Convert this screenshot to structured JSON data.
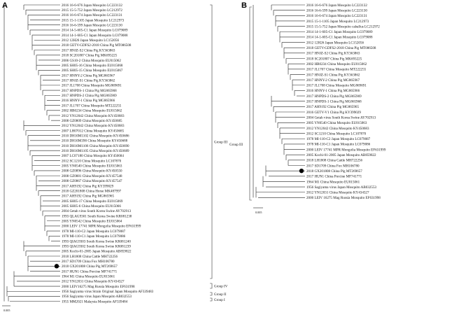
{
  "panels": {
    "A": {
      "letter": "A",
      "scale_label": "0.005",
      "highlight": "2018 GX201808 China Pig MT269657",
      "leaves": [
        "2016 16-6-676 Japan Mosquito LC223132",
        "2015 15-5-752 Japan Mosquito LC212972",
        "2016 16-6-674 Japan Mosquito LC223131",
        "2015 15-1-1105 Japan Mosquito LC212973",
        "2016 16-6-599 Japan Mosquito LC223130",
        "2014 14-5-605-C1 Japan Mosquito LC079089",
        "2014 14-1-605-C1 Japan Mosquito LC079088",
        "2012 12H26 Japan Mosquito LC152056",
        "2018 GETV-GDFS2-2018 China Pig MT086508",
        "2017 HNJZ-S2 China Pig KY363863",
        "2018 SC201807 China Pig MK693225",
        "2006 GS10-2 China Mosquito EU015062",
        "2005 SH05-16 China Mosquito EU015068",
        "2005 SH05-15 China Mosquito EU015067",
        "2017 HNNY-2 China Pig MG865967",
        "2017 HNJZ-S1 China Pig KY363862",
        "2017 JL1708 China Mosquito MG869691",
        "2017 HNPDS-1 China Pig MG865968",
        "2017 HNPDS-2 China Pig MG865969",
        "2016 HNNY-1 China Pig MG865966",
        "2017 JL1707 China Mosquito MT222255",
        "2002 HB0234 China Mosquito EU015062",
        "2012 YN12042 China Mosquito KY450683",
        "2008 GZ0809 China Mosquito KY450685",
        "2012 YN12042 China Mosquito KY450683",
        "2007 LH07012 China Mosquito KY450685",
        "2010 DH10M1102 China Mosquito KY450686",
        "2010 DH10M390 China Mosquito KY450688",
        "2010 DH10M1106 China Mosquito KY450690",
        "2010 DH10M1105 China Mosquito KY450689",
        "2007 LC07180 China Mosquito KY450684",
        "2012 SC1210 China Mosquito LC107870",
        "2005 YN0540 China Mosquito EU015063",
        "2008 GZ0896 China Mosquito KY450550",
        "2008 GZ0881 China Mosquito KY457548",
        "2008 GZ0867 China Mosquito KY457547",
        "2017 AH9192 China Pig KY399029",
        "2018 GZ201808 China Horse MK487997",
        "2017 AH9192 China Pig MG865965",
        "2005 SH05-17 China Mosquito EU015069",
        "2005 SH05-6 China Mosquito EU015066",
        "2004 Getah virus South Korea Swine AY702913",
        "1993 QLAG9301 South Korea Swine KR081238",
        "2005 YN0542 China Mosquito EU015064",
        "2000 LEIV 17741 MPR Mongolia Mosquito EF631999",
        "1978 MI-110-C2 Japan Mosquito LC079087",
        "1978 MI-110-C1 Japan Mosquito LC079086",
        "1993 QIAG9303 South Korea Swine KR081240",
        "1993 QIAG9302 South Korea Swine KR081239",
        "2005 Kochi-01-2005 Japan Mosquito AB859822",
        "2018 LH1808 China Cattle MH722256",
        "2017 SD1709 China Fox MH106780",
        "2018 GX201808 China Pig MT269657",
        "2017 HUN1 China Porcine MF741771",
        "1964 M1 China Mosquito EU015061",
        "2012 YN12031 China Mosquito KY434327",
        "2000 LEIV16275 Mag Russia Mosquito EF631998",
        "1956 Sagiyama virus Strain Original Japan Mosquito AF339483",
        "1956 Sagiyama virus Japan Mosquito AB032553",
        "1955 MM2021 Malaysia Mosquito AF339484"
      ],
      "groups": [
        "Group III",
        "Group IV",
        "Group II",
        "Group I"
      ]
    },
    "B": {
      "letter": "B",
      "scale_label": "0.005",
      "highlight": "2018 GX201808 China Pig MT269657",
      "leaves": [
        "2016 16-6-676 Japan Mosquito LC223132",
        "2016 16-6-599 Japan Mosquito LC223130",
        "2016 16-6-674 Japan Mosquito LC223131",
        "2015 15-1-1105 Japan Mosquito LC212973",
        "2015 15-5-752 Japan Mosquito caballus LC212972",
        "2014 14-1-605-C1 Japan Mosquito LC079089",
        "2014 14-1-605-C1 Japan Mosquito LC079088",
        "2012 12H26 Japan Mosquito LC152056",
        "2018 GETV-GDFS2-2018 China Pig MT086508",
        "2017 HNJZ-S2 China Pig KY363863",
        "2018 SC201807 China Pig MK693225",
        "2002 HB0234 China Mosquito EU015062",
        "2017 JL1707 China Mosquito MT222255",
        "2017 HNJZ-S1 China Pig KY363862",
        "2017 HNNY-2 China Pig MG865967",
        "2017 JL1708 China Mosquito MG869691",
        "2016 HNNY-1 China Pig MG865966",
        "2017 HNPDS-2 China Pig MG865969",
        "2017 HNPDS-1 China Pig MG865968",
        "2017 AH9192 China Pig MG865965",
        "2016 GETV-V1 China Pig KY399029",
        "2004 Getah virus South Korea Swine AY702913",
        "2005 YN0540 China Mosquito EU015063",
        "2012 YN12042 China Mosquito KY450683",
        "2012 SC1210 China Mosquito LC107870",
        "1978 MI-110-C2 Japan Mosquito LC079087",
        "1978 MI-110-C1 Japan Mosquito LC079086",
        "2000 LEIV 17741 MPR Mongolia Mosquito EF631999",
        "2005 Kochi-01-2005 Japan Mosquito AB859822",
        "2018 LH1808 China Cattle MH722256",
        "2017 SD1709 China Fox MH106780",
        "2018 GX201808 China Pig MT269657",
        "2017 HUN1 China Porcine MF741771",
        "1964 M1 China Mosquito EU015061",
        "1956 Sagiyama virus Japan Mosquito AB032553",
        "2012 YN12031 China Mosquito KY434327",
        "2000 LEIV 16275 Mag Russia Mosquito EF631998"
      ],
      "groups": [
        "Group III"
      ]
    }
  },
  "colors": {
    "line": "#222222",
    "text": "#111111",
    "highlight": "#000000"
  }
}
